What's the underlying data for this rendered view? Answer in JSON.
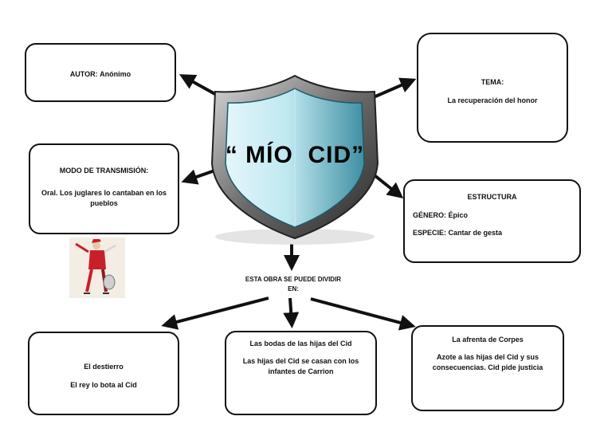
{
  "title": "“ MÍO  CID”",
  "autor": {
    "label": "AUTOR:",
    "value": "Anónimo"
  },
  "modo": {
    "label": "MODO DE TRANSMISIÓN:",
    "value": "Oral. Los juglares lo cantaban en los pueblos"
  },
  "tema": {
    "label": "TEMA:",
    "value": "La recuperación del honor"
  },
  "estructura": {
    "label": "ESTRUCTURA",
    "genero_label": "GÉNERO:",
    "genero_value": "Épico",
    "especie_label": "ESPECIE:",
    "especie_value": "Cantar de gesta"
  },
  "division": {
    "line1": "ESTA OBRA SE PUEDE DIVIDIR",
    "line2": "EN:"
  },
  "parts": [
    {
      "title": "El destierro",
      "desc": "El rey lo bota al Cid"
    },
    {
      "title": "Las bodas de las hijas del Cid",
      "desc": "Las hijas del Cid se casan con los infantes de Carrion"
    },
    {
      "title": "La afrenta de Corpes",
      "desc": "Azote a las hijas del Cid y sus consecuencias. Cid pide justicia"
    }
  ],
  "colors": {
    "shield_light": "#bfe8f0",
    "shield_dark": "#3f8fa3",
    "frame": "#6a6a6a",
    "jester_red": "#c8202a"
  },
  "icons": [
    "shield-icon",
    "jester-icon"
  ]
}
